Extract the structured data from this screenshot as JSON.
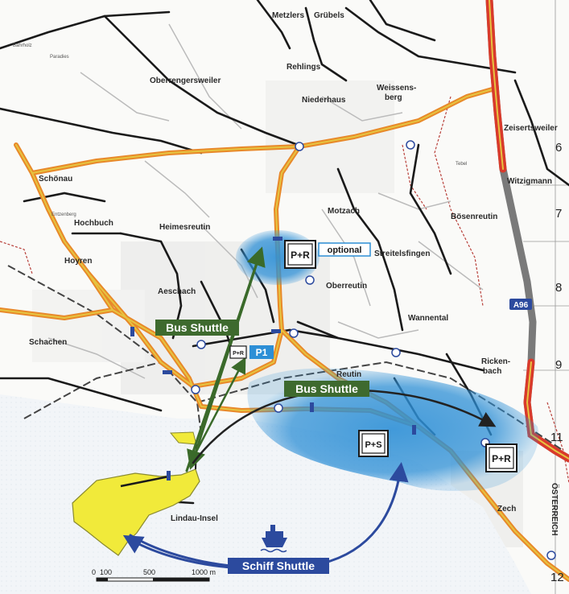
{
  "places": {
    "metzlers": "Metzlers",
    "grubels": "Grübels",
    "rehlings": "Rehlings",
    "oberrengersweiler": "Oberrengersweiler",
    "niederhaus": "Niederhaus",
    "weissensberg": "Weissens-\nberg",
    "zeisertsweiler": "Zeisertsweiler",
    "witzigmann": "Witzigmann",
    "schonau": "Schönau",
    "hochbuch": "Hochbuch",
    "heimesreutin": "Heimesreutin",
    "motzach": "Motzach",
    "bosenreutin": "Bösenreutin",
    "hoyren": "Hoyren",
    "streitelsfingen": "Streitelsfingen",
    "oberreutin": "Oberreutin",
    "aeschach": "Aeschach",
    "wannental": "Wannental",
    "schachen": "Schachen",
    "reutin": "Reutin",
    "rickenbach": "Ricken-\nbach",
    "lindau_insel": "Lindau-Insel",
    "zech": "Zech",
    "osterreich": "ÖSTERREICH",
    "paradies": "Paradies",
    "bahrholz": "Bahrholz",
    "tebel": "Tebel",
    "entzenberg": "Entzenberg"
  },
  "labels": {
    "bus_shuttle_1": "Bus Shuttle",
    "bus_shuttle_2": "Bus Shuttle",
    "schiff_shuttle": "Schiff Shuttle",
    "optional": "optional",
    "pr_motzach": "P+R",
    "pr_p1_sign": "P+R",
    "p1": "P1",
    "ps": "P+S",
    "pr_zech": "P+R",
    "a96": "A96"
  },
  "grid_numbers": [
    "6",
    "7",
    "8",
    "9",
    "11",
    "12"
  ],
  "scale_bar": {
    "ticks": [
      "0",
      "100",
      "500",
      "1000 m"
    ],
    "meters": [
      0,
      100,
      500,
      1000
    ]
  },
  "colors": {
    "road_orange": "#e8892a",
    "road_core": "#e6c440",
    "motorway_red": "#d93a2b",
    "highlight_blue": "#2d8fd6",
    "island_yellow": "#f1ea3a",
    "bus_label_bg": "#3e6a2e",
    "schiff_label_bg": "#2c4a9e",
    "arrow_green": "#3a6a2a",
    "arrow_blue": "#2c4a9e",
    "border_red": "#b8403a"
  },
  "icons": {
    "ship": "ship-icon",
    "roundabout": "roundabout-icon"
  }
}
